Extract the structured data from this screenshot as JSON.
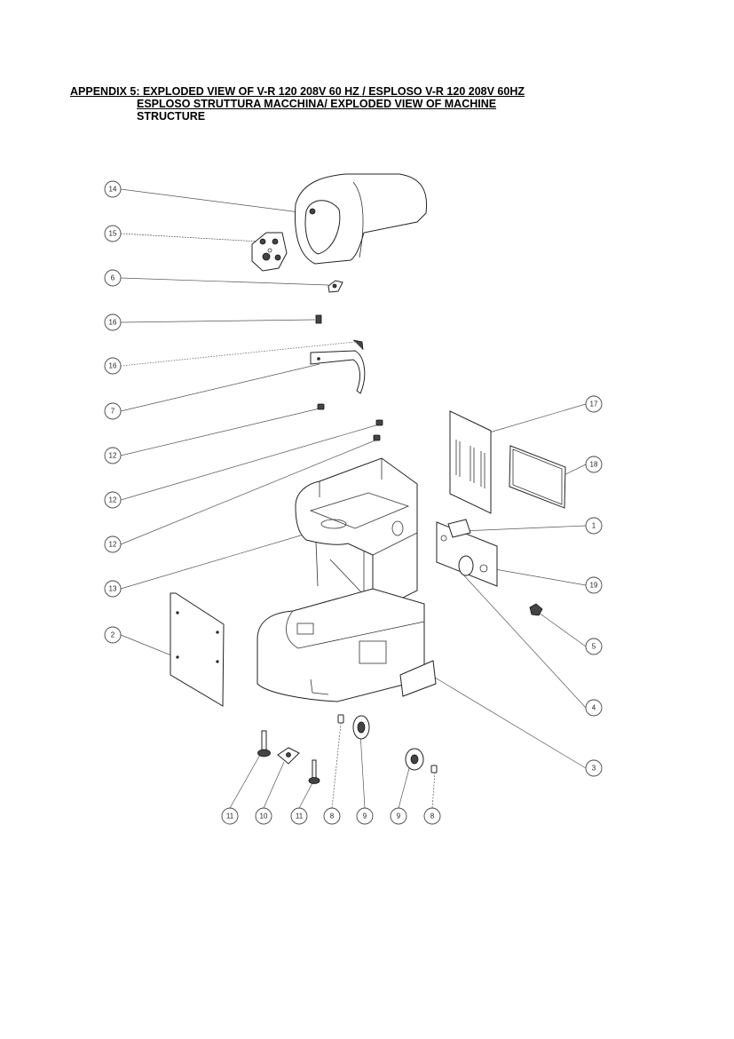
{
  "title": {
    "line1": "APPENDIX 5: EXPLODED VIEW OF V-R 120 208V 60 HZ / ESPLOSO V-R 120 208V 60HZ",
    "line2": "ESPLOSO STRUTTURA MACCHINA/ EXPLODED VIEW OF MACHINE",
    "line3": "STRUCTURE"
  },
  "callouts": [
    {
      "id": "c14",
      "label": "14"
    },
    {
      "id": "c15",
      "label": "15"
    },
    {
      "id": "c6",
      "label": "6"
    },
    {
      "id": "c16a",
      "label": "16"
    },
    {
      "id": "c16b",
      "label": "16"
    },
    {
      "id": "c7",
      "label": "7"
    },
    {
      "id": "c12a",
      "label": "12"
    },
    {
      "id": "c12b",
      "label": "12"
    },
    {
      "id": "c12c",
      "label": "12"
    },
    {
      "id": "c13",
      "label": "13"
    },
    {
      "id": "c2",
      "label": "2"
    },
    {
      "id": "c17",
      "label": "17"
    },
    {
      "id": "c18",
      "label": "18"
    },
    {
      "id": "c1",
      "label": "1"
    },
    {
      "id": "c19",
      "label": "19"
    },
    {
      "id": "c5",
      "label": "5"
    },
    {
      "id": "c4",
      "label": "4"
    },
    {
      "id": "c3",
      "label": "3"
    },
    {
      "id": "c11a",
      "label": "11"
    },
    {
      "id": "c10",
      "label": "10"
    },
    {
      "id": "c11b",
      "label": "11"
    },
    {
      "id": "c8a",
      "label": "8"
    },
    {
      "id": "c9a",
      "label": "9"
    },
    {
      "id": "c9b",
      "label": "9"
    },
    {
      "id": "c8b",
      "label": "8"
    }
  ]
}
